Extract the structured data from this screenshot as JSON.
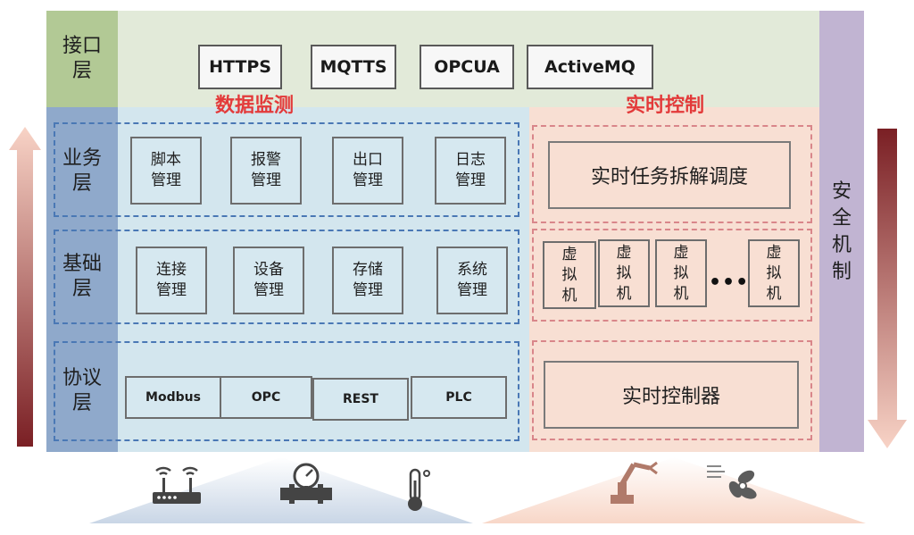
{
  "layers": {
    "interface": "接口层",
    "business": "业务层",
    "foundation": "基础层",
    "protocol": "协议层",
    "security": "安全机制"
  },
  "interface_protocols": [
    "HTTPS",
    "MQTTS",
    "OPCUA",
    "ActiveMQ"
  ],
  "sections": {
    "monitoring": "数据监测",
    "realtime": "实时控制"
  },
  "business_modules": [
    "脚本管理",
    "报警管理",
    "出口管理",
    "日志管理"
  ],
  "foundation_modules": [
    "连接管理",
    "设备管理",
    "存储管理",
    "系统管理"
  ],
  "protocol_modules": [
    "Modbus",
    "OPC",
    "REST",
    "PLC"
  ],
  "realtime": {
    "task": "实时任务拆解调度",
    "vm": "虚拟机",
    "ellipsis": "•••",
    "controller": "实时控制器"
  },
  "icons": [
    "router-icon",
    "pipe-gauge-icon",
    "thermometer-icon",
    "robot-arm-icon",
    "fan-icon"
  ],
  "colors": {
    "interface_band": "#e2ead9",
    "layer_column": "#8fa9cb",
    "monitoring_area": "#d3e6ee",
    "realtime_area": "#f8dfd3",
    "security_column": "#c1b4d2",
    "section_title": "#e33a3a",
    "arrow_dark": "#7a1f24"
  }
}
